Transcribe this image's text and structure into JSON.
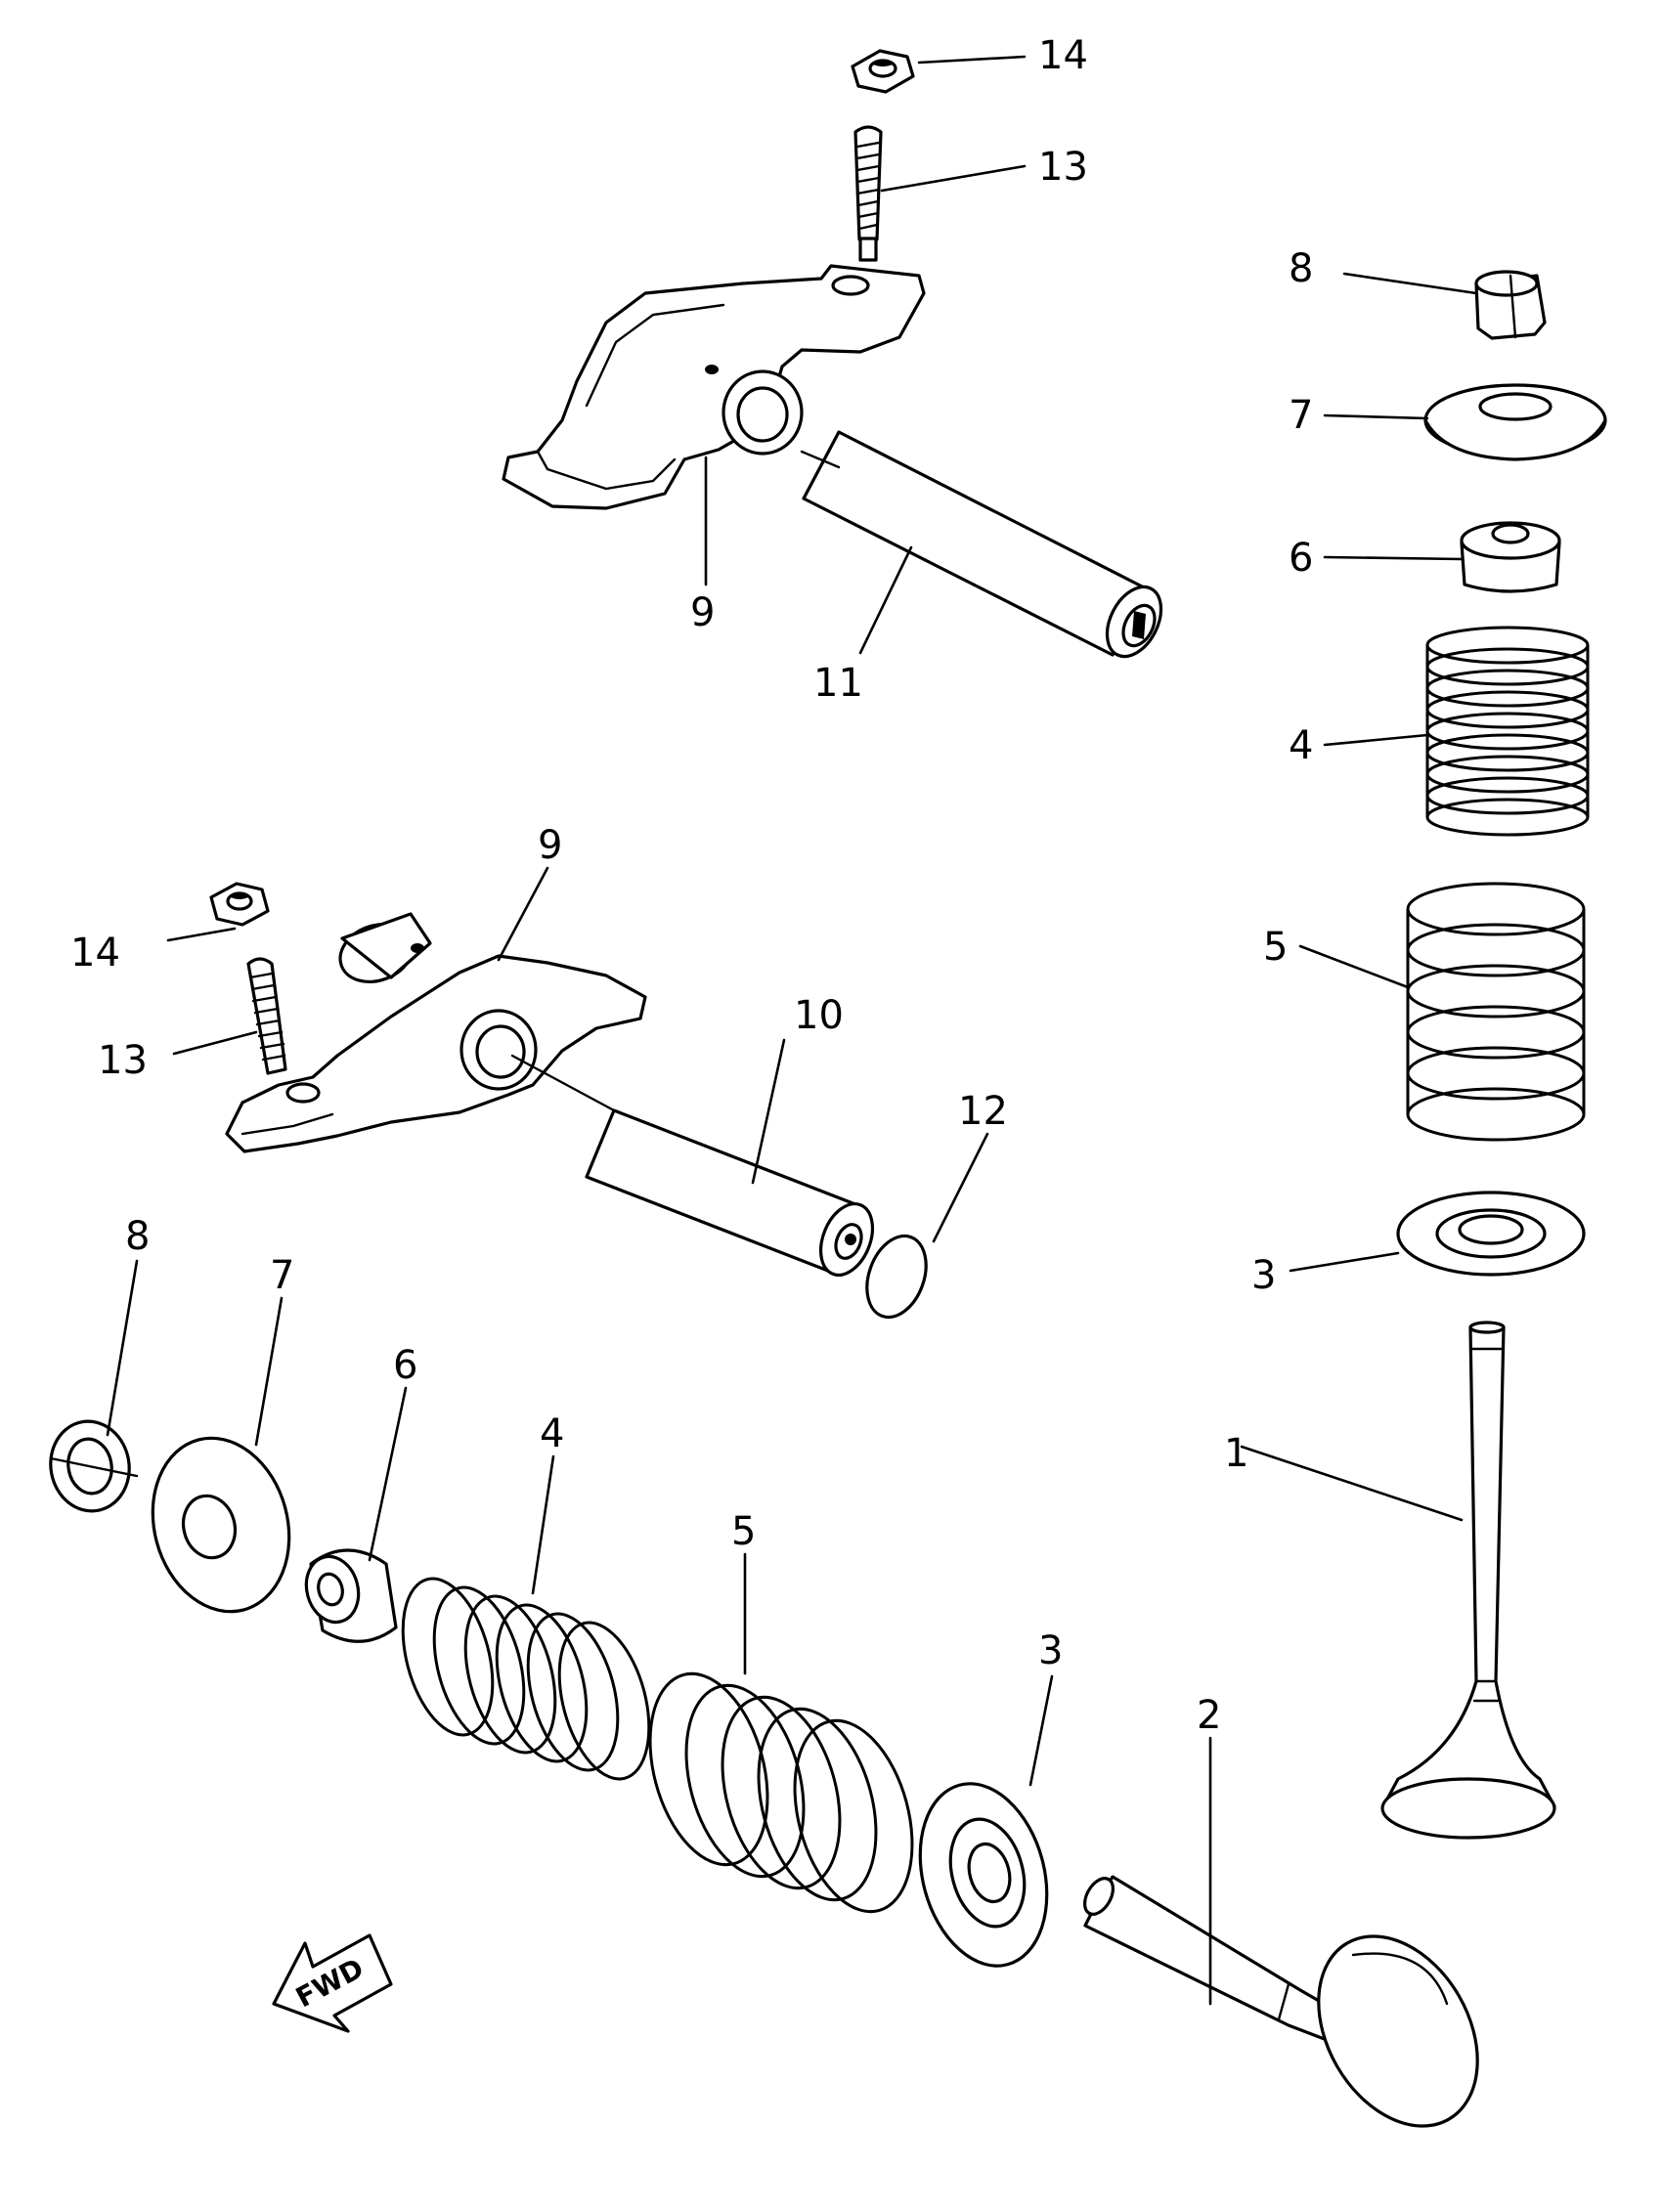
{
  "labels": {
    "valve_intake": "1",
    "valve_exhaust": "2",
    "seat_right": "3",
    "seat_bottom": "3",
    "inner_spring_right": "4",
    "inner_spring_bottom": "4",
    "outer_spring_right": "5",
    "outer_spring_bottom": "5",
    "stem_seal_right": "6",
    "stem_seal_bottom": "6",
    "retainer_right": "7",
    "retainer_bottom": "7",
    "cotter_right": "8",
    "cotter_left": "8",
    "rocker_arm_top": "9",
    "rocker_arm_mid": "9",
    "shaft_lower": "10",
    "shaft_upper": "11",
    "o_ring": "12",
    "adjuster_top": "13",
    "adjuster_left": "13",
    "locknut_top": "14",
    "locknut_left": "14"
  },
  "fwd_arrow": "FWD"
}
